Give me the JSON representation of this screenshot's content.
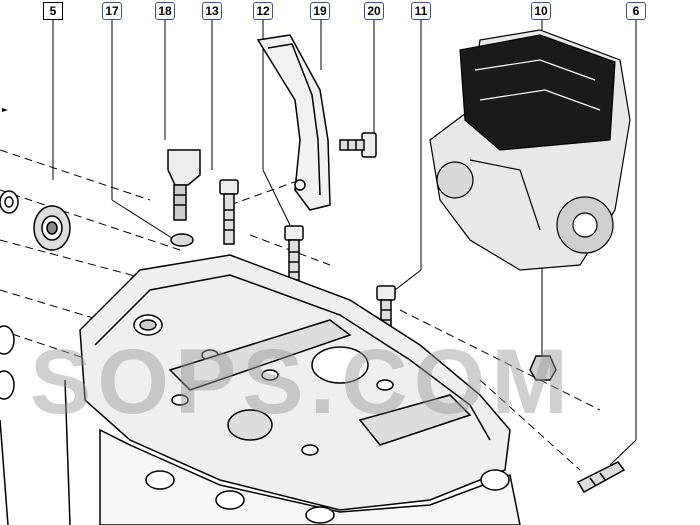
{
  "callouts": [
    {
      "id": "c5",
      "label": "5",
      "style": "black"
    },
    {
      "id": "c17",
      "label": "17",
      "style": "blue"
    },
    {
      "id": "c18",
      "label": "18",
      "style": "blue"
    },
    {
      "id": "c13",
      "label": "13",
      "style": "blue"
    },
    {
      "id": "c12",
      "label": "12",
      "style": "blue"
    },
    {
      "id": "c19",
      "label": "19",
      "style": "blue"
    },
    {
      "id": "c20",
      "label": "20",
      "style": "blue"
    },
    {
      "id": "c11",
      "label": "11",
      "style": "blue"
    },
    {
      "id": "c10",
      "label": "10",
      "style": "blue"
    },
    {
      "id": "c6",
      "label": "6",
      "style": "blue"
    }
  ],
  "watermark": "SOPS.COM"
}
